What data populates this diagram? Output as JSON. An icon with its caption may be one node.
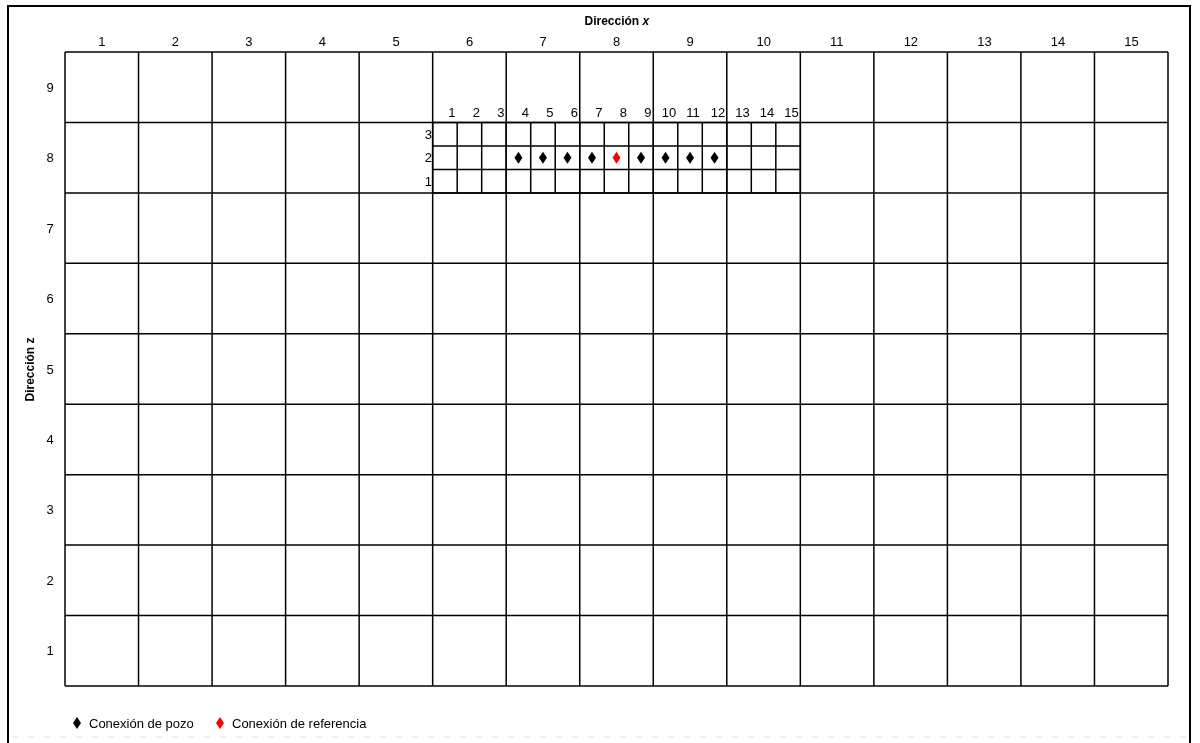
{
  "diagram": {
    "labels": [
      "Dirección *x*",
      "1",
      "2",
      "3",
      "4",
      "5",
      "6",
      "7",
      "8",
      "9",
      "10",
      "11",
      "12",
      "13",
      "14",
      "15",
      "Dirección z",
      "9",
      "8",
      "7",
      "6",
      "5",
      "4",
      "3",
      "2",
      "1",
      "1",
      "2",
      "3",
      "4",
      "5",
      "6",
      "7",
      "8",
      "9",
      "10",
      "11",
      "12",
      "13",
      "14",
      "15",
      "3",
      "2",
      "1"
    ],
    "legend": [
      {
        "text": "Conexión de pozo",
        "color": "#000000"
      },
      {
        "text": "Conexión de referencia",
        "color": "#ff0000"
      }
    ]
  }
}
